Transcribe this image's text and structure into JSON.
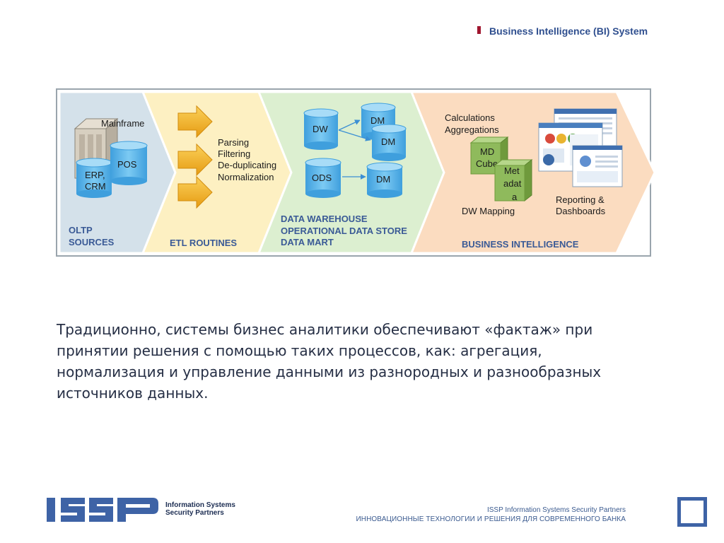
{
  "header": {
    "title": "Business Intelligence (BI) System",
    "marker_color": "#a0162f"
  },
  "diagram": {
    "stages": [
      {
        "name": "OLTP SOURCES",
        "label_line1": "OLTP",
        "label_line2": "SOURCES",
        "color": "#d4e1ea",
        "items": {
          "mainframe": "Mainframe",
          "erp_line1": "ERP,",
          "erp_line2": "CRM",
          "pos": "POS"
        }
      },
      {
        "name": "ETL ROUTINES",
        "label": "ETL ROUTINES",
        "color": "#fdf0c2",
        "steps": [
          "Parsing",
          "Filtering",
          "De-duplicating",
          "Normalization"
        ]
      },
      {
        "name": "DATA WAREHOUSE",
        "label_lines": [
          "DATA WAREHOUSE",
          "OPERATIONAL DATA STORE",
          "DATA MART"
        ],
        "color": "#dcefd0",
        "items": {
          "dw": "DW",
          "dm": "DM",
          "ods": "ODS"
        }
      },
      {
        "name": "BUSINESS INTELLIGENCE",
        "label": "BUSINESS INTELLIGENCE",
        "color": "#fbdcc0",
        "items": {
          "calc_line1": "Calculations",
          "calc_line2": "Aggregations",
          "md_line1": "MD",
          "md_line2": "Cube",
          "meta_line1": "Met",
          "meta_line2": "adat",
          "meta_line3": "a",
          "dw_mapping": "DW Mapping",
          "report_line1": "Reporting &",
          "report_line2": "Dashboards"
        }
      }
    ],
    "label_color": "#3a5a96",
    "cylinder_color": "#58b5ea",
    "cube_color": "#8fba5c",
    "arrow_color": "#f5b323"
  },
  "body": {
    "text": "Традиционно, системы бизнес аналитики обеспечивают «фактаж» при принятии решения с помощью таких процессов, как: агрегация, нормализация и управление данными из разнородных и разнообразных источников данных."
  },
  "footer": {
    "logo": "ISSP",
    "logo_text_line1": "Information Systems",
    "logo_text_line2": "Security Partners",
    "line1": "ISSP Information Systems Security Partners",
    "line2": "ИННОВАЦИОННЫЕ ТЕХНОЛОГИИ И РЕШЕНИЯ ДЛЯ СОВРЕМЕННОГО БАНКА",
    "accent_color": "#3e63a6"
  }
}
